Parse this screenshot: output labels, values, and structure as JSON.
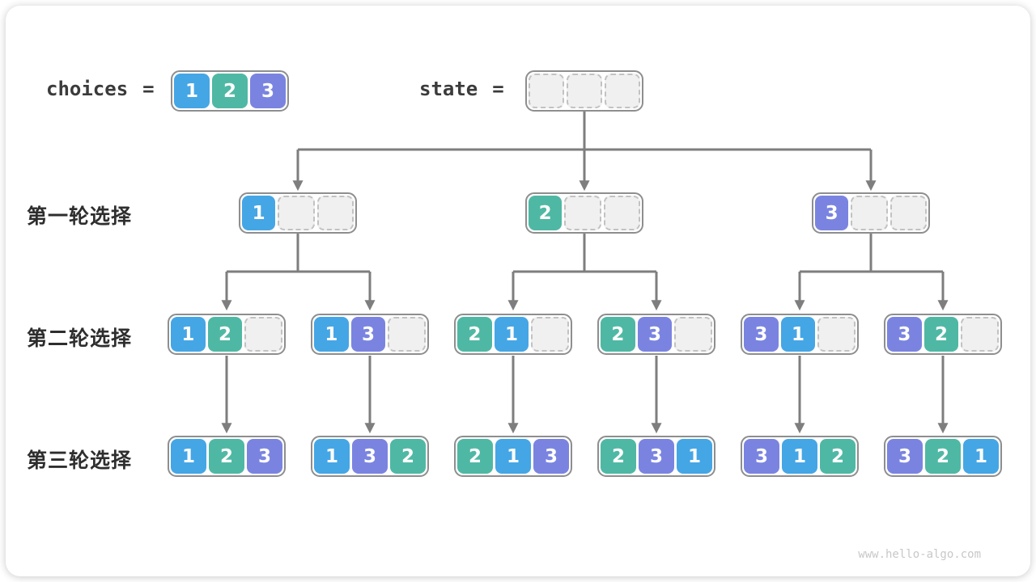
{
  "colors": {
    "1": "#45A6E5",
    "2": "#4FB8A4",
    "3": "#7A84E0",
    "arrow": "#7E7E7E",
    "node_border": "#8E8E8E",
    "empty_bg": "#F0F0F0",
    "empty_border": "#C2C2C2",
    "label_text": "#2E2E2E",
    "keyword_text": "#3B3B3B",
    "watermark_text": "#C8C8C8"
  },
  "header": {
    "choices": {
      "label": "choices",
      "equals": "=",
      "cells": [
        "1",
        "2",
        "3"
      ]
    },
    "state": {
      "label": "state",
      "equals": "=",
      "cells": [
        "",
        "",
        ""
      ]
    }
  },
  "rows": [
    {
      "label": "第一轮选择",
      "nodes": [
        {
          "cells": [
            "1",
            "",
            ""
          ]
        },
        {
          "cells": [
            "2",
            "",
            ""
          ]
        },
        {
          "cells": [
            "3",
            "",
            ""
          ]
        }
      ]
    },
    {
      "label": "第二轮选择",
      "nodes": [
        {
          "cells": [
            "1",
            "2",
            ""
          ]
        },
        {
          "cells": [
            "1",
            "3",
            ""
          ]
        },
        {
          "cells": [
            "2",
            "1",
            ""
          ]
        },
        {
          "cells": [
            "2",
            "3",
            ""
          ]
        },
        {
          "cells": [
            "3",
            "1",
            ""
          ]
        },
        {
          "cells": [
            "3",
            "2",
            ""
          ]
        }
      ]
    },
    {
      "label": "第三轮选择",
      "nodes": [
        {
          "cells": [
            "1",
            "2",
            "3"
          ]
        },
        {
          "cells": [
            "1",
            "3",
            "2"
          ]
        },
        {
          "cells": [
            "2",
            "1",
            "3"
          ]
        },
        {
          "cells": [
            "2",
            "3",
            "1"
          ]
        },
        {
          "cells": [
            "3",
            "1",
            "2"
          ]
        },
        {
          "cells": [
            "3",
            "2",
            "1"
          ]
        }
      ]
    }
  ],
  "watermark": "www.hello-algo.com"
}
